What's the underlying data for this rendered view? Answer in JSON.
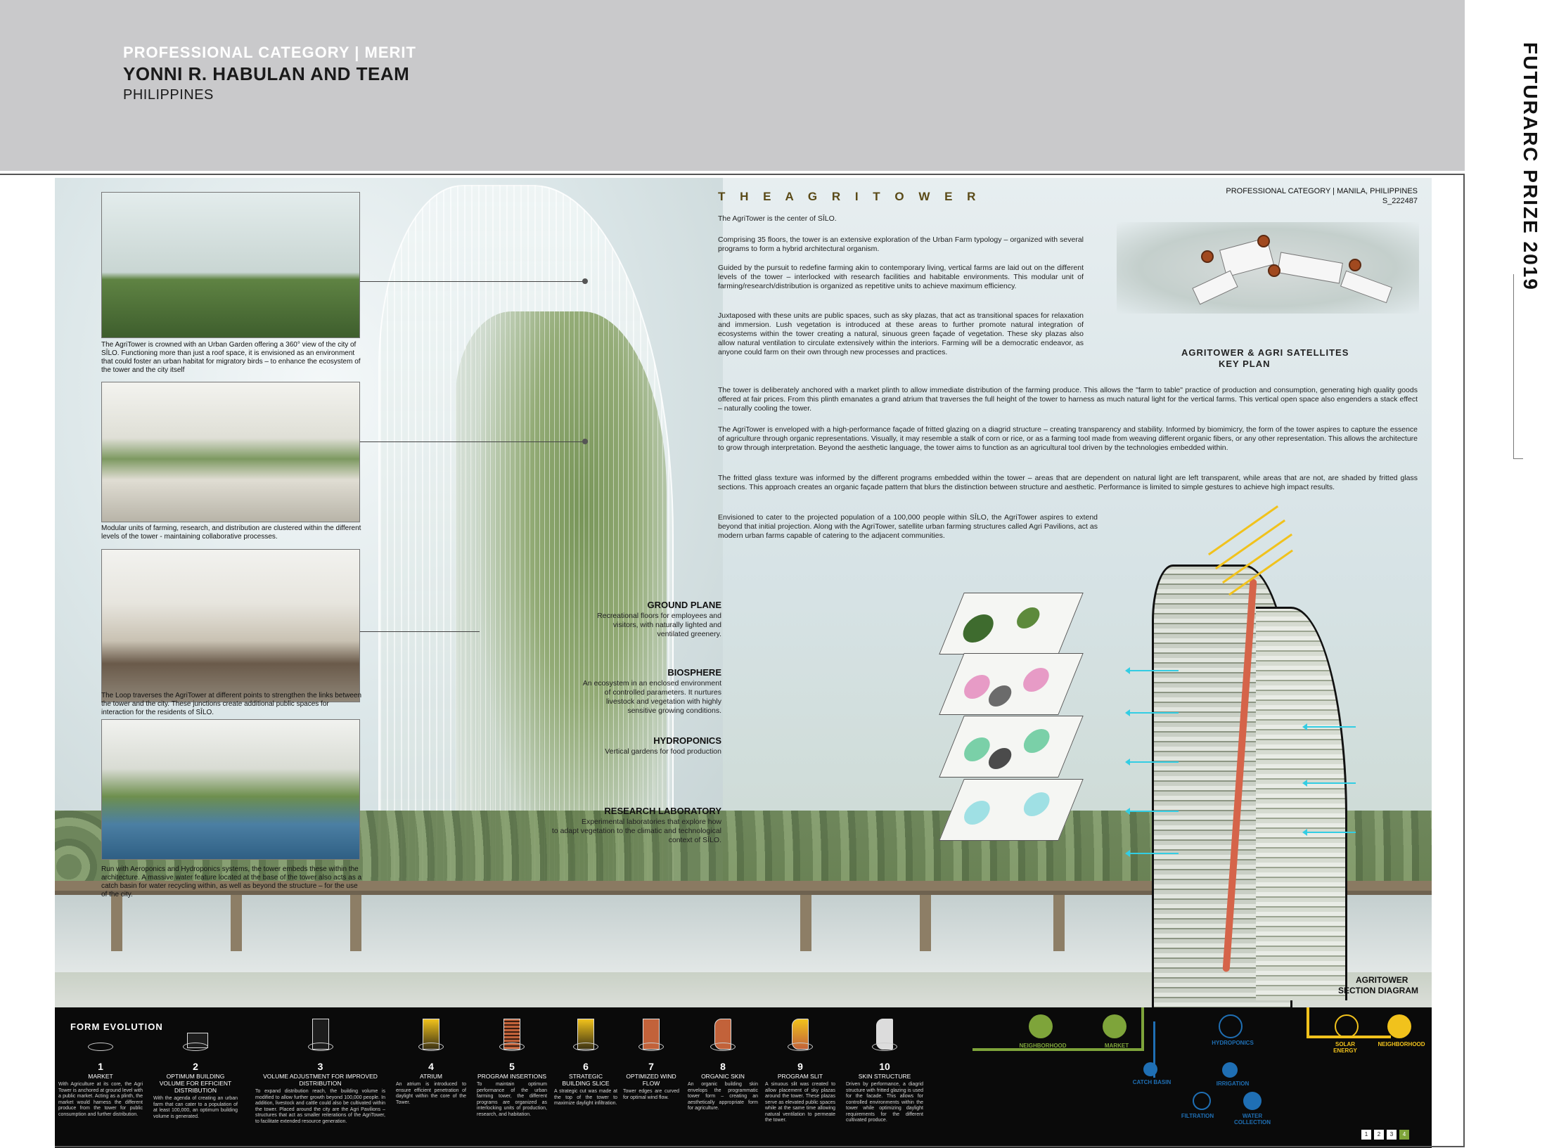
{
  "header": {
    "category": "PROFESSIONAL CATEGORY",
    "separator": " | ",
    "award": "MERIT",
    "team": "YONNI R. HABULAN AND TEAM",
    "country": "PHILIPPINES",
    "side_title": "FUTURARC PRIZE 2019"
  },
  "board": {
    "title": "T H E   A G R I T O W E R",
    "meta_line1": "PROFESSIONAL CATEGORY | MANILA, PHILIPPINES",
    "meta_line2": "S_222487",
    "paragraphs": [
      "The AgriTower is the center of SĪLO.",
      "Comprising 35 floors, the tower is an extensive exploration of the Urban Farm typology – organized with several programs to form a hybrid architectural organism.",
      "Guided by the pursuit to redefine farming akin to contemporary living, vertical farms are laid out on the different levels of the tower – interlocked with research facilities and habitable environments. This modular unit of farming/research/distribution is organized as repetitive units to achieve maximum efficiency.",
      "Juxtaposed with these units are public spaces, such as sky plazas, that act as transitional spaces for relaxation and immersion. Lush vegetation is introduced at these areas to further promote natural integration of ecosystems within the tower creating a natural, sinuous green façade of vegetation. These sky plazas also allow natural ventilation to circulate extensively within the interiors. Farming will be a democratic endeavor, as anyone could farm on their own through new processes and practices.",
      "The tower is deliberately anchored with a market plinth to allow immediate distribution of the farming produce. This allows the \"farm to table\" practice of production and consumption, generating high quality goods offered at fair prices. From this plinth emanates a grand atrium that traverses the full height of the tower to harness as much natural light for the vertical farms. This vertical open space also engenders a stack effect – naturally cooling the tower.",
      "The AgriTower is enveloped with a high-performance façade of fritted glazing on a diagrid structure – creating transparency and stability. Informed by biomimicry, the form of the tower aspires to capture the essence of agriculture through organic representations. Visually, it may resemble a stalk of corn or rice, or as a farming tool made from weaving different organic fibers, or any other representation. This allows the architecture to grow through interpretation. Beyond the aesthetic language, the tower aims to function as an agricultural tool driven by the technologies embedded within.",
      "The fritted glass texture was informed by the different programs embedded within the tower – areas that are dependent on natural light are left transparent, while areas that are not, are shaded by fritted glass sections. This approach creates an organic façade pattern that blurs the distinction between structure and aesthetic. Performance is limited to simple gestures to achieve high impact results.",
      "Envisioned to cater to the projected population of a 100,000 people within SĪLO, the AgriTower aspires to extend beyond that initial projection. Along with the AgriTower, satellite urban farming structures called Agri Pavilions, act as modern urban farms capable of catering to the adjacent communities."
    ],
    "key_plan_line1": "AGRITOWER & AGRI SATELLITES",
    "key_plan_line2": "KEY PLAN"
  },
  "captions": [
    "The AgriTower is crowned with an Urban Garden offering a 360° view of the city of SĪLO. Functioning more than just a roof space, it is envisioned as an environment that could foster an urban habitat for migratory birds – to enhance the ecosystem of the tower and the city itself",
    "Modular units of farming, research, and distribution are clustered within the different levels of the tower - maintaining collaborative processes.",
    "The Loop traverses the AgriTower at different points to strengthen the links between the tower and the city. These junctions create additional public spaces for interaction for the residents of SĪLO.",
    "Run with Aeroponics and Hydroponics systems, the tower embeds these within the architecture. A massive water feature located at the base of the tower also acts as a catch basin for water recycling within, as well as beyond the structure – for the use of the city."
  ],
  "layers": [
    {
      "title": "GROUND PLANE",
      "desc": [
        "Recreational floors for employees and",
        "visitors, with naturally lighted and",
        "ventilated greenery."
      ]
    },
    {
      "title": "BIOSPHERE",
      "desc": [
        "An ecosystem in an enclosed environment",
        "of controlled parameters. It nurtures",
        "livestock and vegetation with highly",
        "sensitive growing conditions."
      ]
    },
    {
      "title": "HYDROPONICS",
      "desc": [
        "Vertical gardens for food production"
      ]
    },
    {
      "title": "RESEARCH LABORATORY",
      "desc": [
        "Experimental laboratories that explore how",
        "to adapt vegetation to the climatic and technological",
        "context of SĪLO."
      ]
    }
  ],
  "section": {
    "label1": "AGRITOWER",
    "label2": "SECTION DIAGRAM"
  },
  "form_evolution": {
    "title": "FORM EVOLUTION",
    "steps": [
      {
        "num": "1",
        "title": "MARKET",
        "desc": "With Agriculture at its core, the Agri Tower is anchored at ground level with a public market. Acting as a plinth, the market would harness the different produce from the tower for public consumption and further distribution."
      },
      {
        "num": "2",
        "title": "OPTIMUM BUILDING VOLUME FOR EFFICIENT DISTRIBUTION",
        "desc": "With the agenda of creating an urban farm that can cater to a population of at least 100,000, an optimum building volume is generated."
      },
      {
        "num": "3",
        "title": "VOLUME ADJUSTMENT FOR IMPROVED DISTRIBUTION",
        "desc": "To expand distribution reach, the building volume is modified to allow further growth beyond 100,000 people. In addition, livestock and cattle could also be cultivated within the tower. Placed around the city are the Agri Pavilions – structures that act as smaller reiterations of the AgriTower, to facilitate extended resource generation."
      },
      {
        "num": "4",
        "title": "ATRIUM",
        "desc": "An atrium is introduced to ensure efficient penetration of daylight within the core of the Tower."
      },
      {
        "num": "5",
        "title": "PROGRAM INSERTIONS",
        "desc": "To maintain optimum performance of the urban farming tower, the different programs are organized as interlocking units of production, research, and habitation."
      },
      {
        "num": "6",
        "title": "STRATEGIC BUILDING SLICE",
        "desc": "A strategic cut was made at the top of the tower to maximize daylight infiltration."
      },
      {
        "num": "7",
        "title": "OPTIMIZED WIND FLOW",
        "desc": "Tower edges are curved for optimal wind flow."
      },
      {
        "num": "8",
        "title": "ORGANIC SKIN",
        "desc": "An organic building skin envelops the programmatic tower form – creating an aesthetically appropriate form for agriculture."
      },
      {
        "num": "9",
        "title": "PROGRAM SLIT",
        "desc": "A sinuous slit was created to allow placement of sky plazas around the tower. These plazas serve as elevated public spaces while at the same time allowing natural ventilation to permeate the tower."
      },
      {
        "num": "10",
        "title": "SKIN STRUCTURE",
        "desc": "Driven by performance, a diagrid structure with fritted glazing is used for the facade. This allows for controlled environments within the tower while optimizing daylight requirements for the different cultivated produce."
      }
    ]
  },
  "flow": {
    "neighborhood_left": "NEIGHBORHOOD",
    "market": "MARKET",
    "hydroponics": "HYDROPONICS",
    "catch_basin": "CATCH BASIN",
    "irrigation": "IRRIGATION",
    "filtration": "FILTRATION",
    "water_collection": "WATER COLLECTION",
    "solar_energy": "SOLAR ENERGY",
    "neighborhood_right": "NEIGHBORHOOD"
  },
  "pager": [
    "1",
    "2",
    "3",
    "4"
  ],
  "colors": {
    "header_bg": "#c9c9cb",
    "title_gold": "#5a4a17",
    "green": "#7ea43a",
    "yellow": "#f1c21c",
    "cyan": "#33cde3",
    "blue": "#1f6fb4",
    "red": "#d5644a"
  }
}
